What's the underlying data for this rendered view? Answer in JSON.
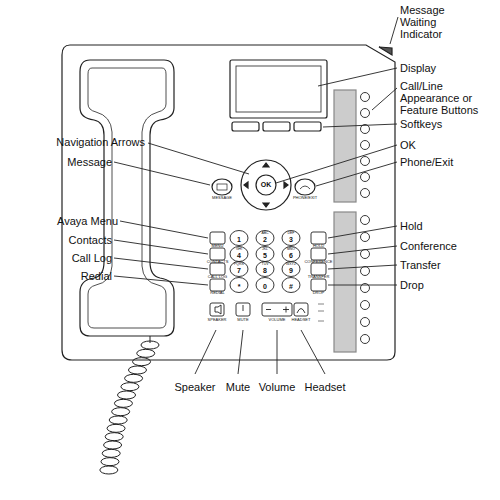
{
  "diagram": {
    "labels": [
      "Message Waiting Indicator",
      "Display",
      "Call/Line Appearance or Feature Buttons",
      "Softkeys",
      "OK",
      "Phone/Exit",
      "Navigation Arrows",
      "Message",
      "Avaya Menu",
      "Contacts",
      "Call Log",
      "Redial",
      "Hold",
      "Conference",
      "Transfer",
      "Drop",
      "Speaker",
      "Mute",
      "Volume",
      "Headset",
      "MESSAGE",
      "PHONE/EXIT",
      "OK",
      "MENU",
      "CONTACTS",
      "CALL LOG",
      "REDIAL",
      "HOLD",
      "CONFERENCE",
      "TRANSFER",
      "DROP",
      "SPEAKER",
      "MUTE",
      "VOLUME",
      "HEADSET",
      "1",
      "2",
      "3",
      "4",
      "5",
      "6",
      "7",
      "8",
      "9",
      "*",
      "0",
      "#",
      "ABC",
      "DEF",
      "GHI",
      "JKL",
      "MNO",
      "PQRS",
      "TUV",
      "WXYZ"
    ]
  }
}
